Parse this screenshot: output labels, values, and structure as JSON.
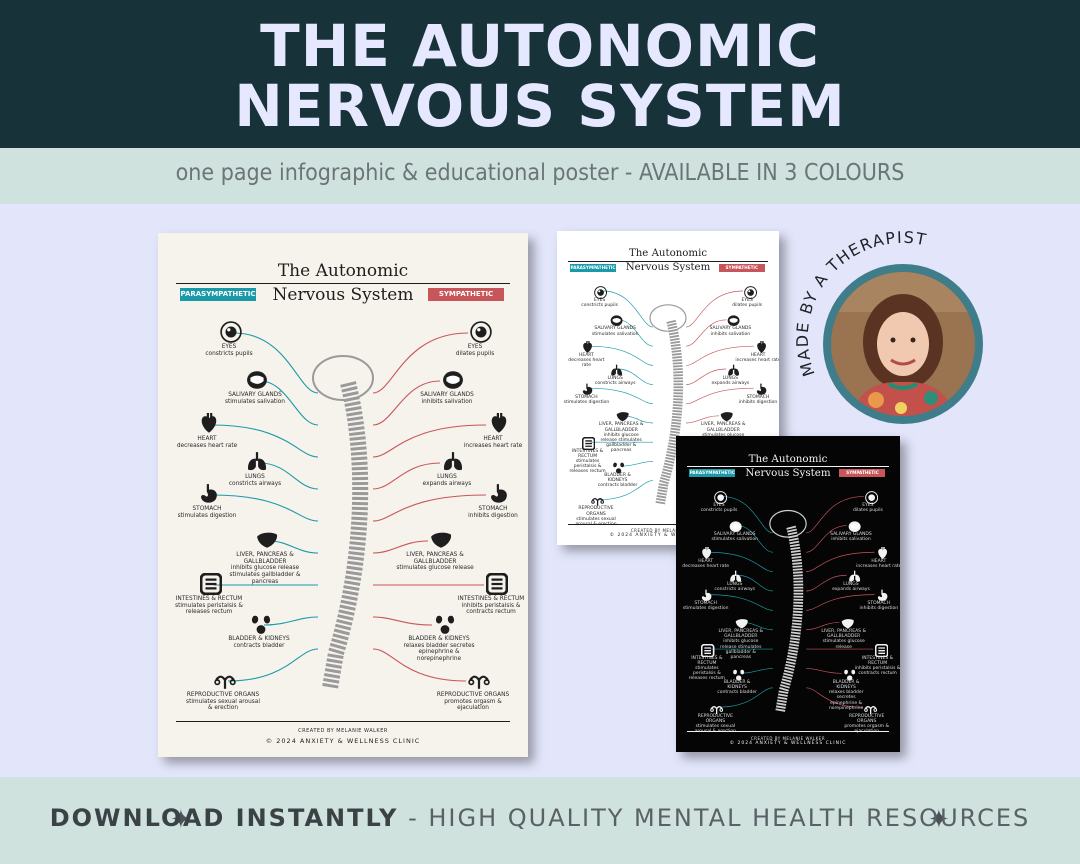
{
  "header": {
    "title_line1": "THE AUTONOMIC",
    "title_line2": "NERVOUS SYSTEM",
    "subtitle": "one page infographic &  educational poster - AVAILABLE IN 3 COLOURS"
  },
  "footer": {
    "bold": "DOWNLOAD INSTANTLY",
    "rest": " - HIGH QUALITY MENTAL HEALTH RESOURCES"
  },
  "badge_text": "MADE BY A THERAPIST",
  "colors": {
    "teal": "#1a9aa8",
    "red": "#c8555a",
    "header_bg": "#173239",
    "bar_bg": "#cfe2de",
    "page_bg": "#e3e6fb"
  },
  "poster": {
    "title_line1": "The Autonomic",
    "title_line2": "Nervous System",
    "left_badge": "PARASYMPATHETIC",
    "right_badge": "SYMPATHETIC",
    "credit_line1": "CREATED BY MELANIE WALKER",
    "credit_line2": "© 2024 ANXIETY & WELLNESS CLINIC",
    "left": [
      {
        "name": "EYES",
        "desc": "constricts pupils",
        "icon": "eye-icon"
      },
      {
        "name": "SALIVARY GLANDS",
        "desc": "stimulates salivation",
        "icon": "mouth-icon"
      },
      {
        "name": "HEART",
        "desc": "decreases heart rate",
        "icon": "heart-icon"
      },
      {
        "name": "LUNGS",
        "desc": "constricts airways",
        "icon": "lungs-icon"
      },
      {
        "name": "STOMACH",
        "desc": "stimulates digestion",
        "icon": "stomach-icon"
      },
      {
        "name": "LIVER, PANCREAS & GALLBLADDER",
        "desc": "inhibits glucose release stimulates gallbladder & pancreas",
        "icon": "liver-icon"
      },
      {
        "name": "INTESTINES & RECTUM",
        "desc": "stimulates peristalsis & releases rectum",
        "icon": "intestines-icon"
      },
      {
        "name": "BLADDER & KIDNEYS",
        "desc": "contracts bladder",
        "icon": "kidneys-icon"
      },
      {
        "name": "REPRODUCTIVE ORGANS",
        "desc": "stimulates sexual arousal & erection",
        "icon": "reproductive-icon"
      }
    ],
    "right": [
      {
        "name": "EYES",
        "desc": "dilates pupils",
        "icon": "eye-icon"
      },
      {
        "name": "SALIVARY GLANDS",
        "desc": "inhibits salivation",
        "icon": "mouth-icon"
      },
      {
        "name": "HEART",
        "desc": "increases heart rate",
        "icon": "heart-icon"
      },
      {
        "name": "LUNGS",
        "desc": "expands airways",
        "icon": "lungs-icon"
      },
      {
        "name": "STOMACH",
        "desc": "inhibits digestion",
        "icon": "stomach-icon"
      },
      {
        "name": "LIVER, PANCREAS & GALLBLADDER",
        "desc": "stimulates glucose release",
        "icon": "liver-icon"
      },
      {
        "name": "INTESTINES & RECTUM",
        "desc": "inhibits peristalsis & contracts rectum",
        "icon": "intestines-icon"
      },
      {
        "name": "BLADDER & KIDNEYS",
        "desc": "relaxes bladder secretes epinephrine & norepinephrine",
        "icon": "kidneys-icon"
      },
      {
        "name": "REPRODUCTIVE ORGANS",
        "desc": "promotes orgasm & ejaculation",
        "icon": "reproductive-icon"
      }
    ]
  }
}
